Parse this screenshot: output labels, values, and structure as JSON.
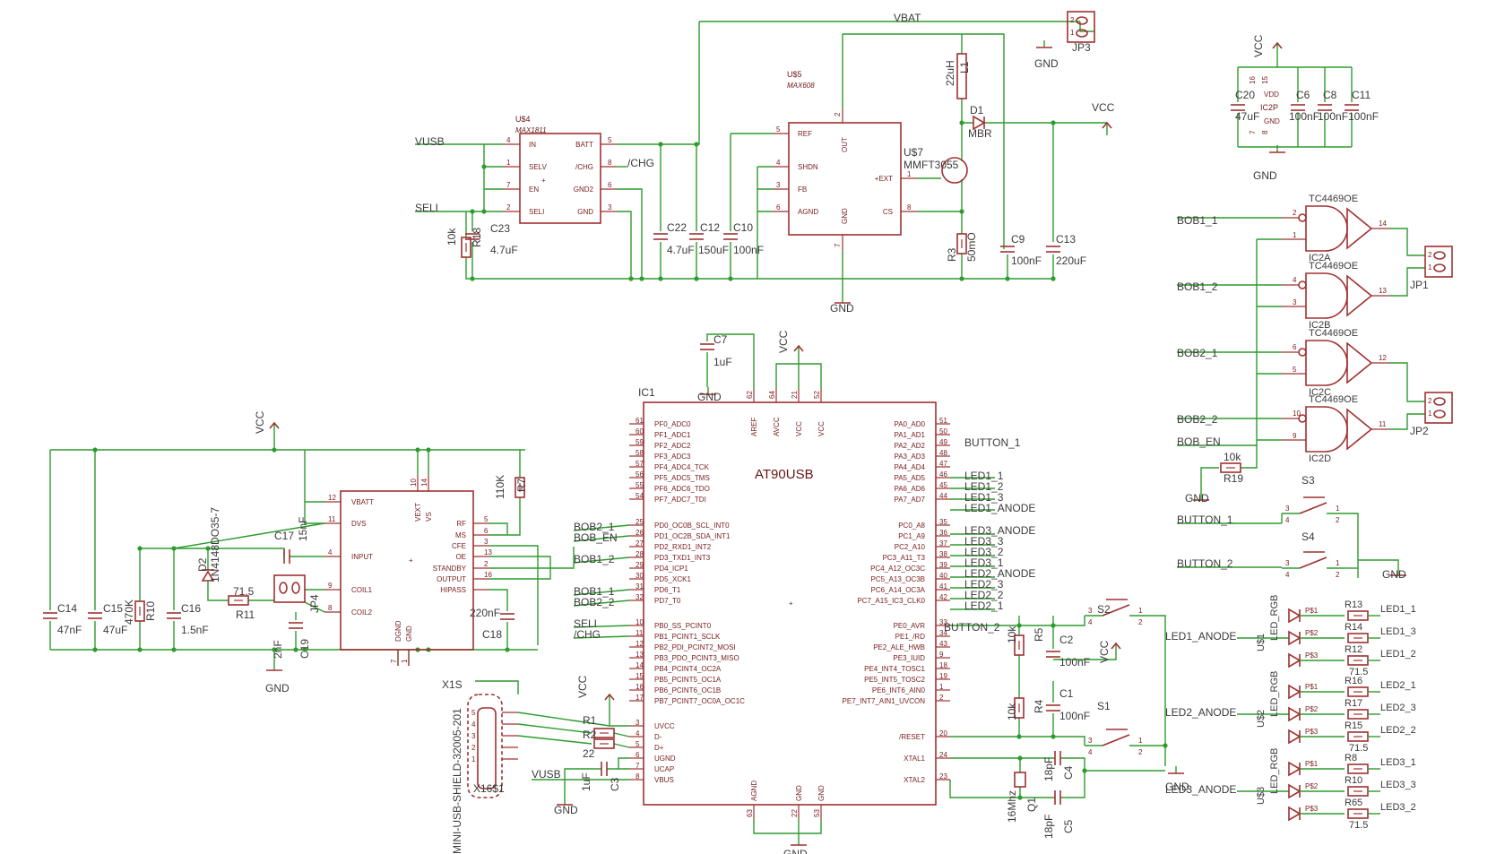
{
  "parts": {
    "ic1": {
      "name": "IC1",
      "value": "AT90USB",
      "left_pins": [
        [
          "61",
          "PF0_ADC0"
        ],
        [
          "60",
          "PF1_ADC1"
        ],
        [
          "59",
          "PF2_ADC2"
        ],
        [
          "58",
          "PF3_ADC3"
        ],
        [
          "57",
          "PF4_ADC4_TCK"
        ],
        [
          "56",
          "PF5_ADC5_TMS"
        ],
        [
          "55",
          "PF6_ADC6_TDO"
        ],
        [
          "54",
          "PF7_ADC7_TDI"
        ],
        [
          "25",
          "PD0_OC0B_SCL_INT0"
        ],
        [
          "26",
          "PD1_OC2B_SDA_INT1"
        ],
        [
          "27",
          "PD2_RXD1_INT2"
        ],
        [
          "28",
          "PD3_TXD1_INT3"
        ],
        [
          "29",
          "PD4_ICP1"
        ],
        [
          "30",
          "PD5_XCK1"
        ],
        [
          "31",
          "PD6_T1"
        ],
        [
          "32",
          "PD7_T0"
        ],
        [
          "10",
          "PB0_SS_PCINT0"
        ],
        [
          "11",
          "PB1_PCINT1_SCLK"
        ],
        [
          "12",
          "PB2_PDI_PCINT2_MOSI"
        ],
        [
          "13",
          "PB3_PDO_PCINT3_MISO"
        ],
        [
          "14",
          "PB4_PCINT4_OC2A"
        ],
        [
          "15",
          "PB5_PCINT5_OC1A"
        ],
        [
          "16",
          "PB6_PCINT6_OC1B"
        ],
        [
          "17",
          "PB7_PCINT7_OC0A_OC1C"
        ],
        [
          "3",
          "UVCC"
        ],
        [
          "4",
          "D-"
        ],
        [
          "5",
          "D+"
        ],
        [
          "6",
          "UGND"
        ],
        [
          "7",
          "UCAP"
        ],
        [
          "8",
          "VBUS"
        ]
      ],
      "right_pins": [
        [
          "51",
          "PA0_AD0"
        ],
        [
          "50",
          "PA1_AD1"
        ],
        [
          "49",
          "PA2_AD2"
        ],
        [
          "48",
          "PA3_AD3"
        ],
        [
          "47",
          "PA4_AD4"
        ],
        [
          "46",
          "PA5_AD5"
        ],
        [
          "45",
          "PA6_AD6"
        ],
        [
          "44",
          "PA7_AD7"
        ],
        [
          "35",
          "PC0_A8"
        ],
        [
          "36",
          "PC1_A9"
        ],
        [
          "37",
          "PC2_A10"
        ],
        [
          "38",
          "PC3_A11_T3"
        ],
        [
          "39",
          "PC4_A12_OC3C"
        ],
        [
          "40",
          "PC5_A13_OC3B"
        ],
        [
          "41",
          "PC6_A14_OC3A"
        ],
        [
          "42",
          "PC7_A15_IC3_CLK0"
        ],
        [
          "33",
          "PE0_AVR"
        ],
        [
          "34",
          "PE1_/RD"
        ],
        [
          "43",
          "PE2_ALE_HWB"
        ],
        [
          "9",
          "PE3_IUID"
        ],
        [
          "18",
          "PE4_INT4_TOSC1"
        ],
        [
          "19",
          "PE5_INT5_TOSC2"
        ],
        [
          "1",
          "PE6_INT6_AIN0"
        ],
        [
          "2",
          "PE7_INT7_AIN1_UVCON"
        ],
        [
          "20",
          "/RESET"
        ],
        [
          "24",
          "XTAL1"
        ],
        [
          "23",
          "XTAL2"
        ]
      ],
      "top_pins": [
        [
          "62",
          "AREF"
        ],
        [
          "64",
          "AVCC"
        ],
        [
          "21",
          "VCC"
        ],
        [
          "52",
          "VCC"
        ]
      ],
      "bottom_pins": [
        [
          "63",
          "AGND"
        ],
        [
          "22",
          "GND"
        ],
        [
          "53",
          "GND"
        ]
      ]
    },
    "u4": {
      "name": "U$4",
      "value": "MAX1811",
      "left": [
        [
          "4",
          "IN"
        ],
        [
          "1",
          "SELV"
        ],
        [
          "7",
          "EN"
        ],
        [
          "2",
          "SELI"
        ]
      ],
      "right": [
        [
          "5",
          "BATT"
        ],
        [
          "8",
          "/CHG"
        ],
        [
          "6",
          "GND2"
        ],
        [
          "3",
          "GND"
        ]
      ]
    },
    "u5": {
      "name": "U$5",
      "value": "MAX608",
      "left": [
        [
          "5",
          "REF"
        ],
        [
          "4",
          "SHDN"
        ],
        [
          "3",
          "FB"
        ],
        [
          "6",
          "AGND"
        ]
      ],
      "top": [
        [
          "2",
          "OUT"
        ]
      ],
      "right": [
        [
          "1",
          "+EXT"
        ],
        [
          "8",
          "CS"
        ]
      ],
      "bottom": [
        [
          "7",
          "GND"
        ]
      ]
    },
    "u7": {
      "name": "U$7",
      "value": "MMFT3055"
    },
    "ic_coil": {
      "left": [
        [
          "12",
          "VBATT"
        ],
        [
          "11",
          "DVS"
        ],
        [
          "4",
          "INPUT"
        ],
        [
          "9",
          "COIL1"
        ],
        [
          "8",
          "COIL2"
        ]
      ],
      "right": [
        [
          "RF",
          "5"
        ],
        [
          "MS",
          "6"
        ],
        [
          "CFE",
          "3"
        ],
        [
          "OE",
          "13"
        ],
        [
          "STANDBY",
          "2"
        ],
        [
          "OUTPUT",
          "16"
        ],
        [
          "HIPASS",
          ""
        ]
      ],
      "top": [
        [
          "10",
          "VEXT"
        ],
        [
          "14",
          "VS"
        ]
      ],
      "bottom": [
        [
          "7",
          "DGND"
        ],
        [
          "1",
          "GND"
        ]
      ]
    },
    "tc": [
      {
        "name": "IC2A",
        "value": "TC4469OE",
        "in": [
          "2",
          "1"
        ],
        "out": "14"
      },
      {
        "name": "IC2B",
        "value": "TC4469OE",
        "in": [
          "4",
          "3"
        ],
        "out": "13"
      },
      {
        "name": "IC2C",
        "value": "TC4469OE",
        "in": [
          "6",
          "5"
        ],
        "out": "12"
      },
      {
        "name": "IC2D",
        "value": "TC4469OE",
        "in": [
          "10",
          "9"
        ],
        "out": "11"
      }
    ],
    "ic2p": {
      "name": "IC2P",
      "vdd": "VDD",
      "gnd": "GND",
      "p16": "16",
      "p15": "15",
      "p8": "8",
      "p7": "7"
    },
    "rgb": [
      {
        "name": "U$1",
        "value": "LED_RGB",
        "anode": "LED1_ANODE",
        "r": [
          [
            "R13",
            "LED1_1"
          ],
          [
            "R14",
            "LED1_3"
          ],
          [
            "R12",
            "LED1_2"
          ]
        ],
        "val": "71.5"
      },
      {
        "name": "U$2",
        "value": "LED_RGB",
        "anode": "LED2_ANODE",
        "r": [
          [
            "R16",
            "LED2_1"
          ],
          [
            "R17",
            "LED2_3"
          ],
          [
            "R15",
            "LED2_2"
          ]
        ],
        "val": "71.5"
      },
      {
        "name": "U$3",
        "value": "LED_RGB",
        "anode": "LED3_ANODE",
        "r": [
          [
            "R8",
            "LED3_1"
          ],
          [
            "R10",
            "LED3_3"
          ],
          [
            "R65",
            "LED3_2"
          ]
        ],
        "val": "71.5"
      }
    ]
  },
  "labels": {
    "vbat": "VBAT",
    "vusb": "VUSB",
    "seli": "SELI",
    "chg": "/CHG",
    "vcc": "VCC",
    "gnd": "GND",
    "jp3": "JP3",
    "jp1": "JP1",
    "jp2": "JP2",
    "jp4": "JP4",
    "l1": "L1",
    "l1v": "22uH",
    "d1": "D1",
    "d1v": "MBR",
    "r3": "R3",
    "r3v": "50mO",
    "c9": "C9",
    "c9v": "100nF",
    "c13": "C13",
    "c13v": "220uF",
    "c22": "C22",
    "c22v": "4.7uF",
    "c12": "C12",
    "c12v": "150uF",
    "c10": "C10",
    "c10v": "100nF",
    "c23": "C23",
    "c23v": "4.7uF",
    "r18": "R18",
    "r18v": "10k",
    "c20": "C20",
    "c20v": "47uF",
    "c6": "C6",
    "c6v": "100nF",
    "c8": "C8",
    "c8v": "100nF",
    "c11": "C11",
    "c11v": "100nF",
    "c7": "C7",
    "c7v": "1uF",
    "bob1_1": "BOB1_1",
    "bob1_2": "BOB1_2",
    "bob2_1": "BOB2_1",
    "bob2_2": "BOB2_2",
    "bob_en": "BOB_EN",
    "r19": "R19",
    "r19v": "10k",
    "s3": "S3",
    "s4": "S4",
    "button_1": "BUTTON_1",
    "button_2": "BUTTON_2",
    "led1_1": "LED1_1",
    "led1_2": "LED1_2",
    "led1_3": "LED1_3",
    "led1_anode": "LED1_ANODE",
    "led3_anode": "LED3_ANODE",
    "led3_3": "LED3_3",
    "led3_2": "LED3_2",
    "led3_1": "LED3_1",
    "led2_anode": "LED2_ANODE",
    "led2_3": "LED2_3",
    "led2_2": "LED2_2",
    "led2_1": "LED2_1",
    "s2": "S2",
    "s1": "S1",
    "r5": "R5",
    "r5v": "10k",
    "c2": "C2",
    "c2v": "100nF",
    "r4": "R4",
    "r4v": "10k",
    "c1": "C1",
    "c1v": "100nF",
    "c4": "C4",
    "c4v": "18pF",
    "c5": "C5",
    "c5v": "18pF",
    "q1": "Q1",
    "q1v": "16Mhz",
    "r1": "R1",
    "r1v": "22",
    "r2": "R2",
    "r2v": "22",
    "c3": "C3",
    "c3v": "1uF",
    "x1s": "X1S",
    "x1v": "MINI-USB-SHIELD-32005-201",
    "x16": "X16$1",
    "c14": "C14",
    "c14v": "47nF",
    "c15": "C15",
    "c15v": "47uF",
    "r10": "R10",
    "r10v": "470K",
    "c16": "C16",
    "c16v": "1.5nF",
    "d2": "D2",
    "d2v": "1N4148DO35-7",
    "c17": "C17",
    "c17v": "15nF",
    "r11": "R11",
    "r11v": "71.5",
    "c19": "C19",
    "c19v": "2nF",
    "r7": "R7",
    "r7v": "110K",
    "c18": "C18",
    "c18v": "220nF"
  }
}
